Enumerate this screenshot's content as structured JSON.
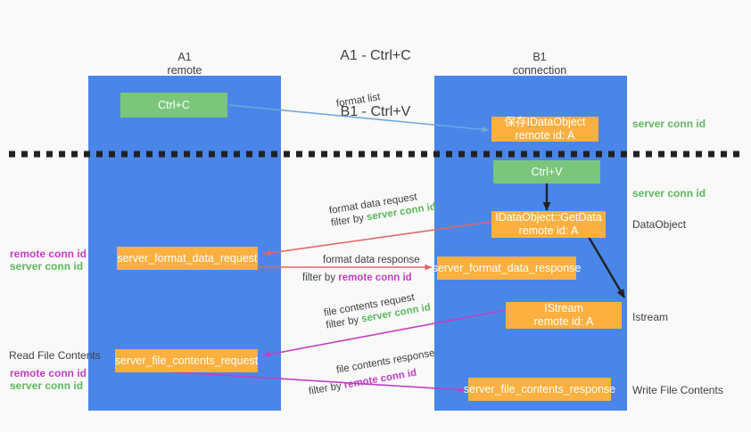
{
  "title": {
    "line1": "A1 - Ctrl+C",
    "line2": "B1 - Ctrl+V"
  },
  "lanes": [
    {
      "name": "A1",
      "sub": "remote"
    },
    {
      "name": "B1",
      "sub": "connection"
    }
  ],
  "colors": {
    "lane": "#4a86e8",
    "green_node": "#7bc67b",
    "orange_node": "#fbb040",
    "server_conn": "#5db85d",
    "remote_conn": "#c23fc2",
    "arrow_blue": "#6fa8dc",
    "arrow_red": "#e06666",
    "arrow_purple": "#c23fc2",
    "arrow_black": "#202124",
    "background": "#f9f9f9"
  },
  "nodes": {
    "ctrl_c": {
      "line1": "Ctrl+C"
    },
    "ctrl_v": {
      "line1": "Ctrl+V"
    },
    "save_idataobject": {
      "line1": "保存IDataObject",
      "line2": "remote id: A"
    },
    "getdata": {
      "line1": "IDataObject::GetData",
      "line2": "remote id: A"
    },
    "istream": {
      "line1": "IStream",
      "line2": "remote id: A"
    },
    "server_format_data_request": {
      "line1": "server_format_data_request"
    },
    "server_format_data_response": {
      "line1": "server_format_data_response"
    },
    "server_file_contents_request": {
      "line1": "server_file_contents_request"
    },
    "server_file_contents_response": {
      "line1": "server_file_contents_response"
    }
  },
  "edges": {
    "format_list": {
      "text": "format list"
    },
    "format_data_request": {
      "line1": "format data request",
      "filter_prefix": "filter by ",
      "filter_value": "server conn id"
    },
    "format_data_response": {
      "line1": "format data response",
      "filter_prefix": "filter by ",
      "filter_value": "remote conn id"
    },
    "file_contents_request": {
      "line1": "file contents request",
      "filter_prefix": "filter by ",
      "filter_value": "server conn id"
    },
    "file_contents_response": {
      "line1": "file contents response",
      "filter_prefix": "filter by ",
      "filter_value": "remote conn id"
    }
  },
  "annotations": {
    "right_server_conn_top": "server conn id",
    "right_server_conn_mid": "server conn id",
    "right_dataobject": "DataObject",
    "right_istream": "Istream",
    "right_write_file_contents": "Write File Contents",
    "left_remote_conn_1": "remote conn id",
    "left_server_conn_1": "server conn id",
    "left_read_file_contents": "Read File Contents",
    "left_remote_conn_2": "remote conn id",
    "left_server_conn_2": "server conn id"
  }
}
